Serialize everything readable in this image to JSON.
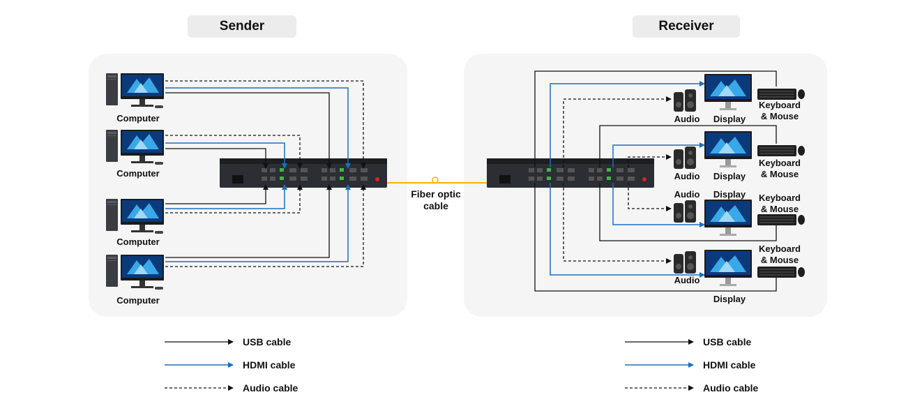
{
  "sender": {
    "title": "Sender",
    "computer_label": "Computer"
  },
  "receiver": {
    "title": "Receiver",
    "audio_label": "Audio",
    "display_label": "Display",
    "keyboard_label": "Keyboard\n& Mouse"
  },
  "fiber": {
    "label": "Fiber optic\ncable"
  },
  "legend": {
    "usb": "USB cable",
    "hdmi": "HDMI cable",
    "audio": "Audio cable"
  },
  "colors": {
    "usb": "#111111",
    "hdmi": "#1a6fc0",
    "fiber": "#f2b400"
  }
}
